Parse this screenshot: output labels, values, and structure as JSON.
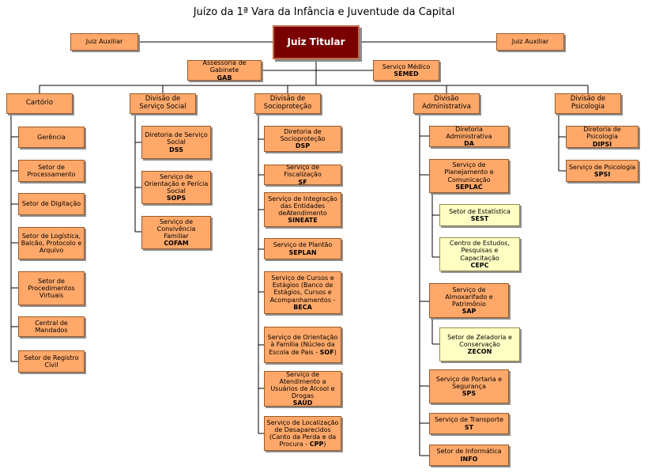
{
  "title": "Juízo da 1ª Vara da Infância e Juventude da Capital",
  "top": {
    "head": "Juiz Titular",
    "aux_left": "Juiz Auxiliar",
    "aux_right": "Juiz Auxiliar",
    "assessoria": {
      "name": "Assessoria de Gabinete",
      "abbr": "GAB"
    },
    "medico": {
      "name": "Serviço Médico",
      "abbr": "SEMED"
    }
  },
  "divisions": {
    "cartorio": {
      "name": "Cartório",
      "items": [
        {
          "name": "Gerência",
          "abbr": ""
        },
        {
          "name": "Setor de Processamento",
          "abbr": ""
        },
        {
          "name": "Setor de Digitação",
          "abbr": ""
        },
        {
          "name": "Setor de Logística, Balcão, Protocolo e Arquivo",
          "abbr": ""
        },
        {
          "name": "Setor de Procedimentos Virtuais",
          "abbr": ""
        },
        {
          "name": "Central de Mandados",
          "abbr": ""
        },
        {
          "name": "Setor de Registro Civil",
          "abbr": ""
        }
      ]
    },
    "servico_social": {
      "name": "Divisão de Serviço Social",
      "items": [
        {
          "name": "Diretoria de Serviço Social",
          "abbr": "DSS"
        },
        {
          "name": "Serviço de Orientação e Perícia Social",
          "abbr": "SOPS"
        },
        {
          "name": "Serviço de Convivência Familiar",
          "abbr": "COFAM"
        }
      ]
    },
    "socioprotecao": {
      "name": "Divisão de Socioproteção",
      "items": [
        {
          "name": "Diretoria de Socioproteção",
          "abbr": "DSP"
        },
        {
          "name": "Serviço de Fiscalização",
          "abbr": "SF"
        },
        {
          "name": "Serviço de Integração das Entidades deAtendimento",
          "abbr": "SINEATE"
        },
        {
          "name": "Serviço de Plantão",
          "abbr": "SEPLAN"
        },
        {
          "name": "Serviço de Cursos e Estágios (Banco de Estágios, Cursos e Acompanhamentos -",
          "abbr": "BECA"
        },
        {
          "name": "Serviço de Orientação à Família (Núcleo da Escola de Pais -",
          "abbr": "SOF",
          "suffix": ")"
        },
        {
          "name": "Serviço de Atendimento a Usuários de Álcool e Drogas",
          "abbr": "SAUD"
        },
        {
          "name": "Serviço de Localização de Desaparecidos (Canto da Perda e da Procura -",
          "abbr": "CPP",
          "suffix": ")"
        }
      ]
    },
    "administrativa": {
      "name": "Divisão Administrativa",
      "items": {
        "da": {
          "name": "Diretoria Administrativa",
          "abbr": "DA"
        },
        "seplac": {
          "name": "Serviço de Planejamento e Comunicação",
          "abbr": "SEPLAC"
        },
        "sest": {
          "name": "Setor de Estatística",
          "abbr": "SEST"
        },
        "cepc": {
          "name": "Centro de Estudos, Pesquisas e Capacitação",
          "abbr": "CEPC"
        },
        "sap": {
          "name": "Serviço de Almoxarifado e Patrimônio",
          "abbr": "SAP"
        },
        "zecon": {
          "name": "Setor de Zeladoria e Conservação",
          "abbr": "ZECON"
        },
        "sps": {
          "name": "Serviço de Portaria e Segurança",
          "abbr": "SPS"
        },
        "st": {
          "name": "Serviço de Transporte",
          "abbr": "ST"
        },
        "info": {
          "name": "Setor de Informática",
          "abbr": "INFO"
        }
      }
    },
    "psicologia": {
      "name": "Divisão de Psicologia",
      "items": [
        {
          "name": "Diretoria de Psicologia",
          "abbr": "DIPSI"
        },
        {
          "name": "Serviço de Psicologia",
          "abbr": "SPSI"
        }
      ]
    }
  },
  "colors": {
    "box": "#ffa869",
    "sub_box": "#ffffc4",
    "head": "#7a0000",
    "line": "#000000"
  }
}
